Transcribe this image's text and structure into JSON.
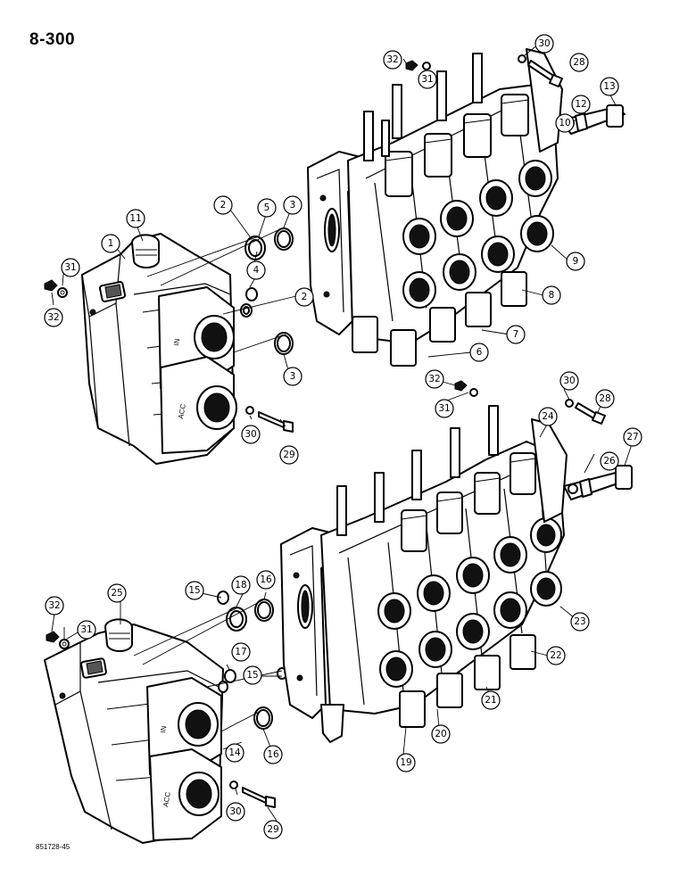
{
  "page": {
    "number": "8-300",
    "figure_code": "851728-45"
  },
  "callouts": [
    {
      "id": "c1",
      "label": "1"
    },
    {
      "id": "c2a",
      "label": "2"
    },
    {
      "id": "c2b",
      "label": "2"
    },
    {
      "id": "c3a",
      "label": "3"
    },
    {
      "id": "c3b",
      "label": "3"
    },
    {
      "id": "c4",
      "label": "4"
    },
    {
      "id": "c5",
      "label": "5"
    },
    {
      "id": "c6",
      "label": "6"
    },
    {
      "id": "c7",
      "label": "7"
    },
    {
      "id": "c8",
      "label": "8"
    },
    {
      "id": "c9",
      "label": "9"
    },
    {
      "id": "c10",
      "label": "10"
    },
    {
      "id": "c11",
      "label": "11"
    },
    {
      "id": "c12",
      "label": "12"
    },
    {
      "id": "c13",
      "label": "13"
    },
    {
      "id": "c14",
      "label": "14"
    },
    {
      "id": "c15a",
      "label": "15"
    },
    {
      "id": "c15b",
      "label": "15"
    },
    {
      "id": "c16a",
      "label": "16"
    },
    {
      "id": "c16b",
      "label": "16"
    },
    {
      "id": "c17",
      "label": "17"
    },
    {
      "id": "c18",
      "label": "18"
    },
    {
      "id": "c19",
      "label": "19"
    },
    {
      "id": "c20",
      "label": "20"
    },
    {
      "id": "c21",
      "label": "21"
    },
    {
      "id": "c22",
      "label": "22"
    },
    {
      "id": "c23",
      "label": "23"
    },
    {
      "id": "c24",
      "label": "24"
    },
    {
      "id": "c25",
      "label": "25"
    },
    {
      "id": "c26",
      "label": "26"
    },
    {
      "id": "c27",
      "label": "27"
    },
    {
      "id": "c28a",
      "label": "28"
    },
    {
      "id": "c28b",
      "label": "28"
    },
    {
      "id": "c29a",
      "label": "29"
    },
    {
      "id": "c29b",
      "label": "29"
    },
    {
      "id": "c30a",
      "label": "30"
    },
    {
      "id": "c30b",
      "label": "30"
    },
    {
      "id": "c30c",
      "label": "30"
    },
    {
      "id": "c30d",
      "label": "30"
    },
    {
      "id": "c31a",
      "label": "31"
    },
    {
      "id": "c31b",
      "label": "31"
    },
    {
      "id": "c31c",
      "label": "31"
    },
    {
      "id": "c31d",
      "label": "31"
    },
    {
      "id": "c32a",
      "label": "32"
    },
    {
      "id": "c32b",
      "label": "32"
    },
    {
      "id": "c32c",
      "label": "32"
    },
    {
      "id": "c32d",
      "label": "32"
    }
  ],
  "inlet_cast_marks": [
    "IN",
    "ACC"
  ]
}
